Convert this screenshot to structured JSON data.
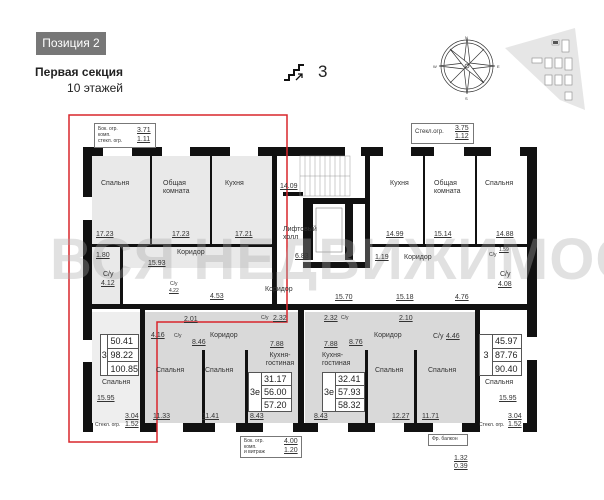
{
  "header": {
    "position_badge": "Позиция 2",
    "section": "Первая секция",
    "floors": "10 этажей",
    "floor_icon": "stairs-icon",
    "floor_number": "3"
  },
  "compass": {
    "n": "N",
    "e": "E",
    "s": "S",
    "w": "W"
  },
  "watermark": "ВСЯ НЕДВИЖИМОСТЬ",
  "highlight_color": "#d9262c",
  "common": {
    "stair_area": "14.09",
    "lift_hall": "Лифтовый холл",
    "lift_hall_area": "6.83",
    "corridor": "Коридор",
    "corridor_area": "15.70"
  },
  "apt_top_left": {
    "balcony": {
      "label1": "Бок. огр.",
      "label2": "комп.",
      "label3": "стекл. огр.",
      "v1": "3.71",
      "v2": "1.11"
    },
    "bedroom": "Спальня",
    "bedroom_area": "17.23",
    "living": "Общая комната",
    "living_area": "17.23",
    "kitchen": "Кухня",
    "kitchen_area": "17.21",
    "closet_area": "1.80",
    "corridor": "Коридор",
    "corridor_area": "15.93",
    "bath1": "С/у",
    "bath1_area": "4.12",
    "bath2": "С/у",
    "bath2_area": "4.22",
    "storage_area": "4.53"
  },
  "apt_top_right": {
    "balcony": {
      "label": "Стекл.огр.",
      "v1": "3.75",
      "v2": "1.12"
    },
    "kitchen": "Кухня",
    "kitchen_area": "14.99",
    "living": "Общая комната",
    "living_area": "15.14",
    "bedroom": "Спальня",
    "bedroom_area": "14.88",
    "closet_area": "1.19",
    "corridor": "Коридор",
    "bath1": "С/у",
    "bath1_area": "1.59",
    "bath2": "С/у",
    "bath2_area": "4.08",
    "hall_area": "15.18",
    "storage_area": "4.76"
  },
  "apt_bottom_left": {
    "rooms": "3",
    "living_area": "50.41",
    "total_area": "98.22",
    "total_with_balcony": "100.85",
    "bedroom": "Спальня",
    "bedroom_area": "15.95",
    "balcony": {
      "v1": "3.04",
      "label": "Стекл. огр.",
      "v2": "1.52"
    }
  },
  "apt_bottom_mid_left": {
    "rooms": "3е",
    "living_area": "31.17",
    "total_area": "56.00",
    "total_with_balcony": "57.20",
    "closet_area": "2.01",
    "bath1_area": "4.16",
    "bath1": "С/у",
    "bath2": "С/у",
    "bath2_area": "2.32",
    "corridor": "Коридор",
    "corridor_area": "8.46",
    "bedroom1": "Спальня",
    "bedroom1_area": "11.33",
    "bedroom2": "Спальня",
    "bedroom2_area": "11.41",
    "kitchen_living": "Кухня-гостиная",
    "kitchen_living_area": "8.43",
    "kitchen_area": "7.88",
    "balcony": {
      "label1": "Бок. огр.",
      "label2": "комп.",
      "label3": "и витраж",
      "v1": "4.00",
      "v2": "1.20"
    }
  },
  "apt_bottom_mid_right": {
    "rooms": "3е",
    "living_area": "32.41",
    "total_area": "57.93",
    "total_with_balcony": "58.32",
    "bath1_area": "2.32",
    "bath1": "С/у",
    "closet_area": "2.10",
    "corridor": "Коридор",
    "corridor_area": "8.76",
    "bath2": "С/у",
    "bath2_area": "4.46",
    "kitchen_living": "Кухня-гостиная",
    "kitchen_area": "7.88",
    "kitchen_living_area": "8.43",
    "bedroom1": "Спальня",
    "bedroom1_area": "12.27",
    "bedroom2": "Спальня",
    "bedroom2_area": "11.71",
    "balcony": {
      "label": "Фр. балкон",
      "v1": "1.32",
      "v2": "0.39"
    }
  },
  "apt_bottom_right": {
    "rooms": "3",
    "living_area": "45.97",
    "total_area": "87.76",
    "total_with_balcony": "90.40",
    "bedroom": "Спальня",
    "bedroom_area": "15.95",
    "balcony": {
      "v1": "3.04",
      "label": "Стекл. огр.",
      "v2": "1.52"
    }
  }
}
